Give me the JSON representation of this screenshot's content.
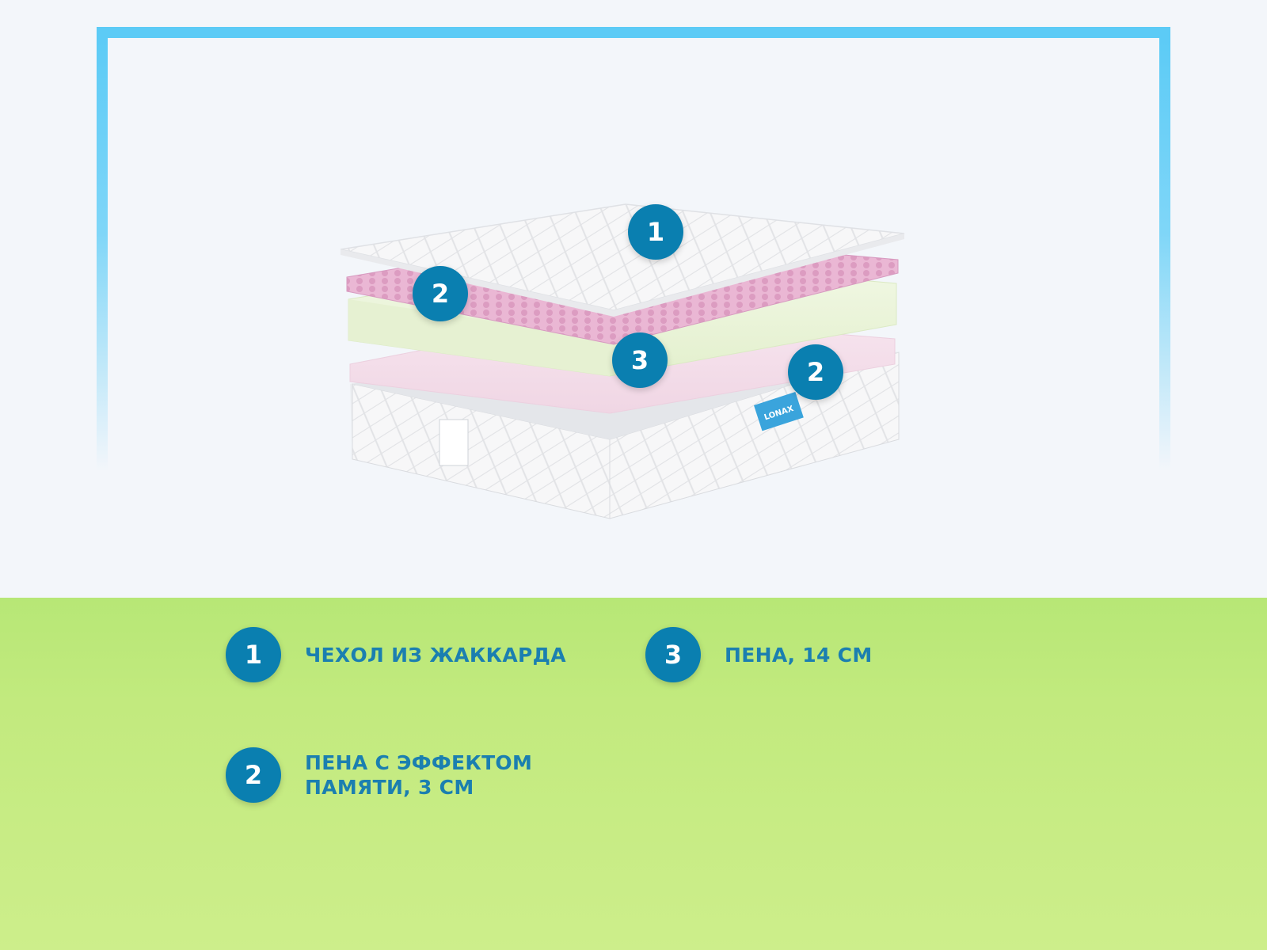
{
  "colors": {
    "badge": "#0a7fb0",
    "legend_text": "#1b7fb0",
    "frame": "#5ccbf6",
    "top_bg": "#f3f6fa",
    "bottom_bg": "#c6eb82"
  },
  "image": {
    "callouts": [
      "1",
      "2",
      "3",
      "2"
    ],
    "label_brand": "LONAX"
  },
  "legend": [
    {
      "number": "1",
      "text": "ЧЕХОЛ ИЗ ЖАККАРДА"
    },
    {
      "number": "2",
      "text": "ПЕНА С ЭФФЕКТОМ\nПАМЯТИ, 3 СМ"
    },
    {
      "number": "3",
      "text": "ПЕНА, 14 СМ"
    }
  ]
}
